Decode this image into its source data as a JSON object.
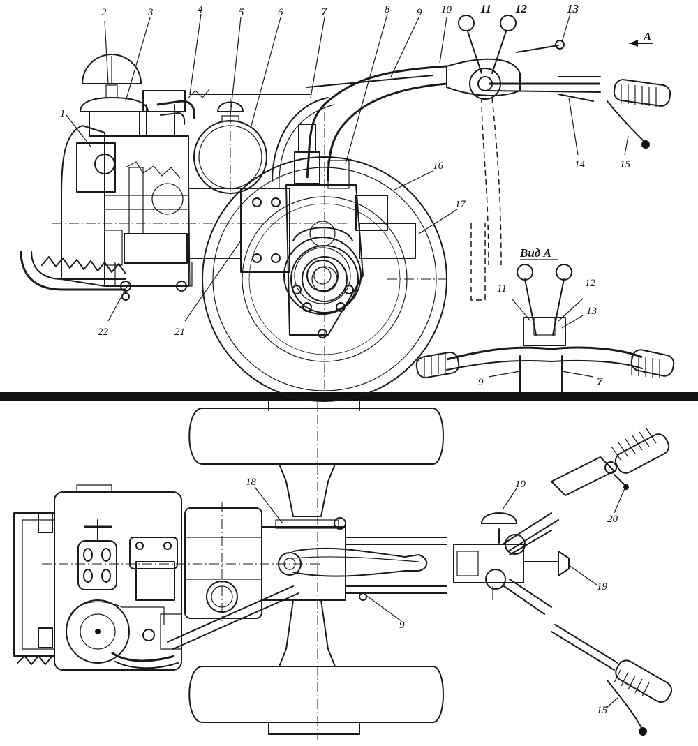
{
  "figure": {
    "side_view_labels": [
      "1",
      "2",
      "3",
      "4",
      "5",
      "6",
      "7",
      "8",
      "9",
      "10",
      "11",
      "12",
      "13",
      "14",
      "15",
      "16",
      "17",
      "21",
      "22"
    ],
    "view_a": {
      "title": "Вид А",
      "labels": [
        "11",
        "12",
        "13",
        "9",
        "7"
      ]
    },
    "direction_arrow_label": "А",
    "top_view_labels": [
      "18",
      "19",
      "20",
      "19",
      "9",
      "15"
    ]
  }
}
